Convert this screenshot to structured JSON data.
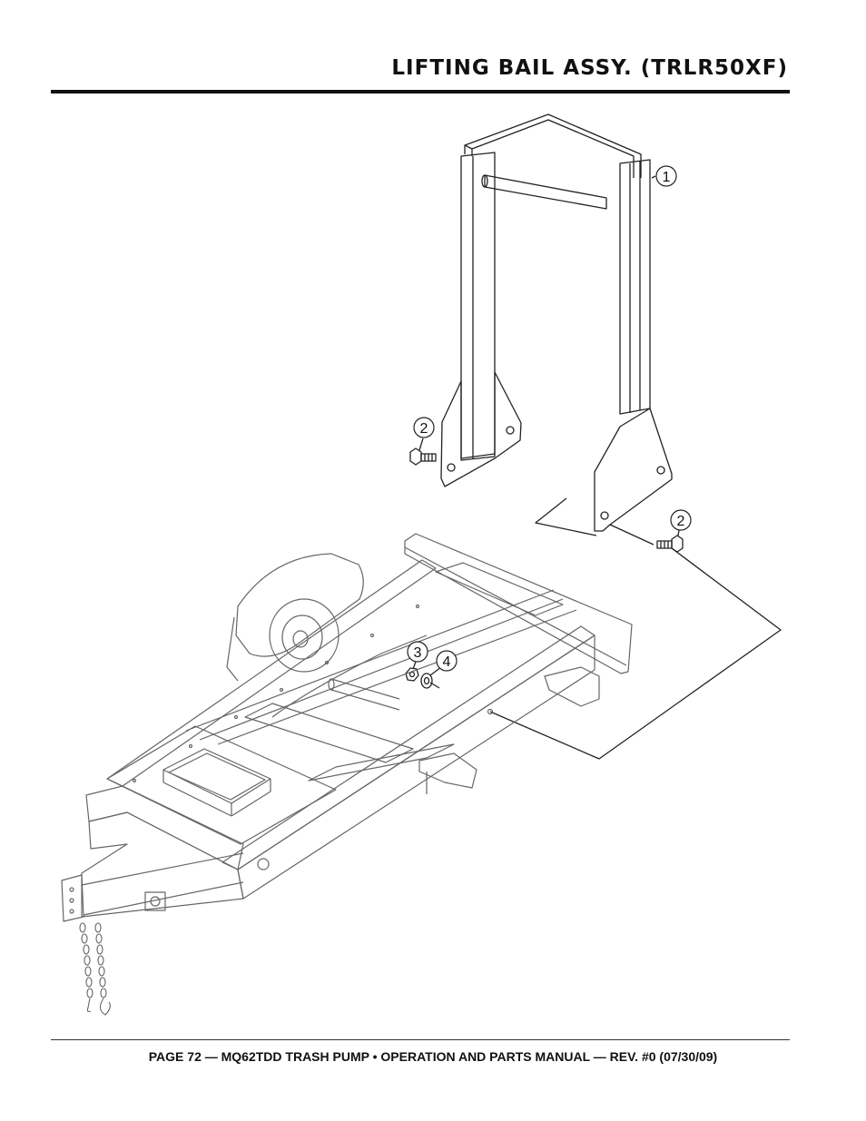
{
  "page": {
    "title": "LIFTING BAIL ASSY. (TRLR50XF)",
    "footer": "PAGE 72 — MQ62TDD TRASH PUMP • OPERATION AND PARTS MANUAL — REV. #0 (07/30/09)"
  },
  "diagram": {
    "callouts": [
      {
        "id": "callout-1",
        "label": "1"
      },
      {
        "id": "callout-2a",
        "label": "2"
      },
      {
        "id": "callout-2b",
        "label": "2"
      },
      {
        "id": "callout-3",
        "label": "3"
      },
      {
        "id": "callout-4",
        "label": "4"
      }
    ]
  }
}
